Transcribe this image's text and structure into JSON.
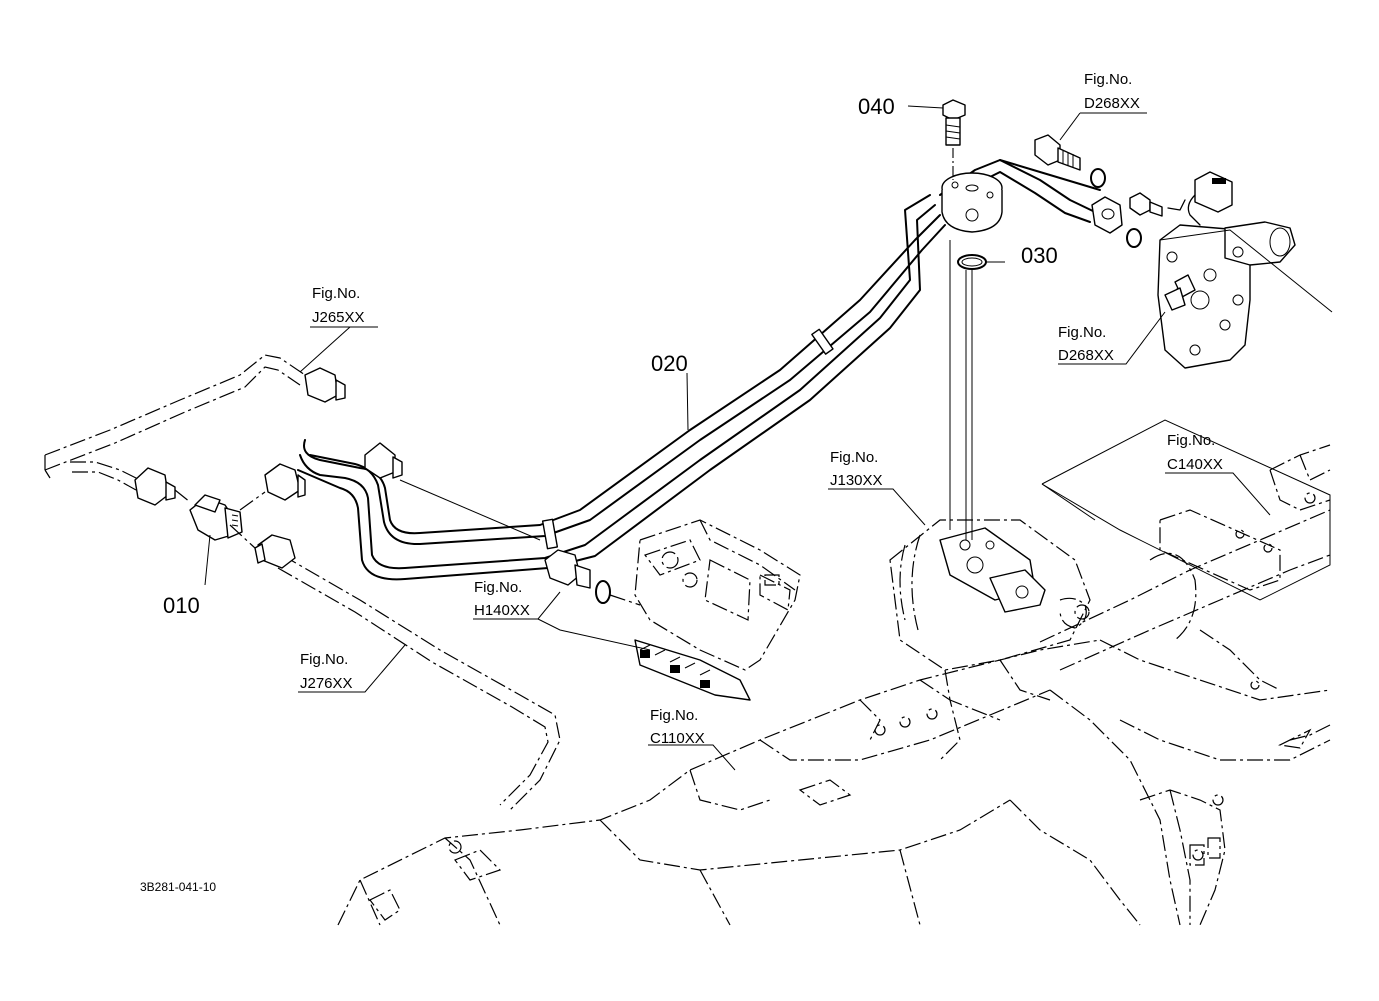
{
  "callouts": {
    "c010": "010",
    "c020": "020",
    "c030": "030",
    "c040": "040"
  },
  "fig_refs": {
    "prefix": "Fig.No.",
    "d268_top": "D268XX",
    "d268_right": "D268XX",
    "j265": "J265XX",
    "j130": "J130XX",
    "c140": "C140XX",
    "h140": "H140XX",
    "j276": "J276XX",
    "c110": "C110XX"
  },
  "drawing_code": "3B281-041-10"
}
